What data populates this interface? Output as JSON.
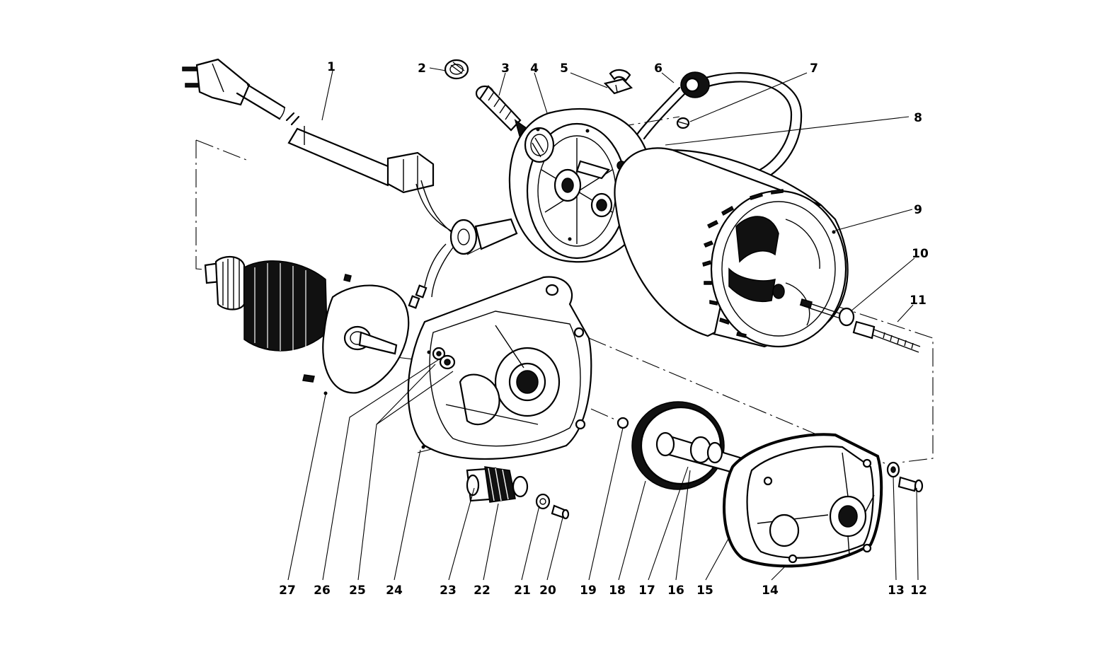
{
  "diagram": {
    "callouts": [
      "1",
      "2",
      "3",
      "4",
      "5",
      "6",
      "7",
      "8",
      "9",
      "10",
      "11",
      "12",
      "13",
      "14",
      "15",
      "16",
      "17",
      "18",
      "19",
      "20",
      "21",
      "22",
      "23",
      "24",
      "25",
      "26",
      "27"
    ]
  }
}
